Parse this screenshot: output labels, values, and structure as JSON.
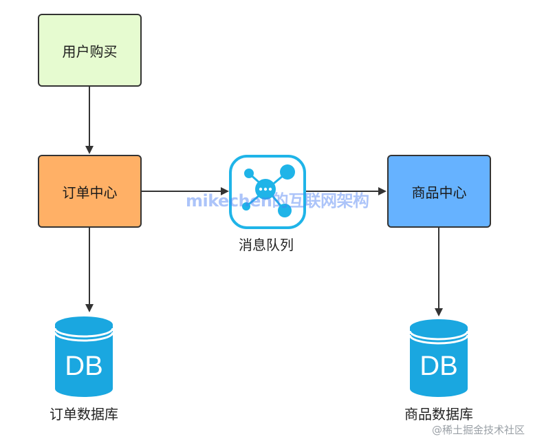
{
  "nodes": {
    "user_purchase": "用户购买",
    "order_center": "订单中心",
    "product_center": "商品中心"
  },
  "message_queue": {
    "label": "消息队列"
  },
  "databases": {
    "order_db_icon_text": "DB",
    "order_db_label": "订单数据库",
    "product_db_icon_text": "DB",
    "product_db_label": "商品数据库"
  },
  "watermark": "mikechen的互联网架构",
  "footer_watermark": "@稀土掘金技术社区",
  "colors": {
    "user_fill": "#e6fbd0",
    "order_fill": "#ffb066",
    "product_fill": "#66b2ff",
    "queue_accent": "#1fb4e8",
    "db_fill": "#1aa7e0",
    "arrow": "#333333"
  }
}
